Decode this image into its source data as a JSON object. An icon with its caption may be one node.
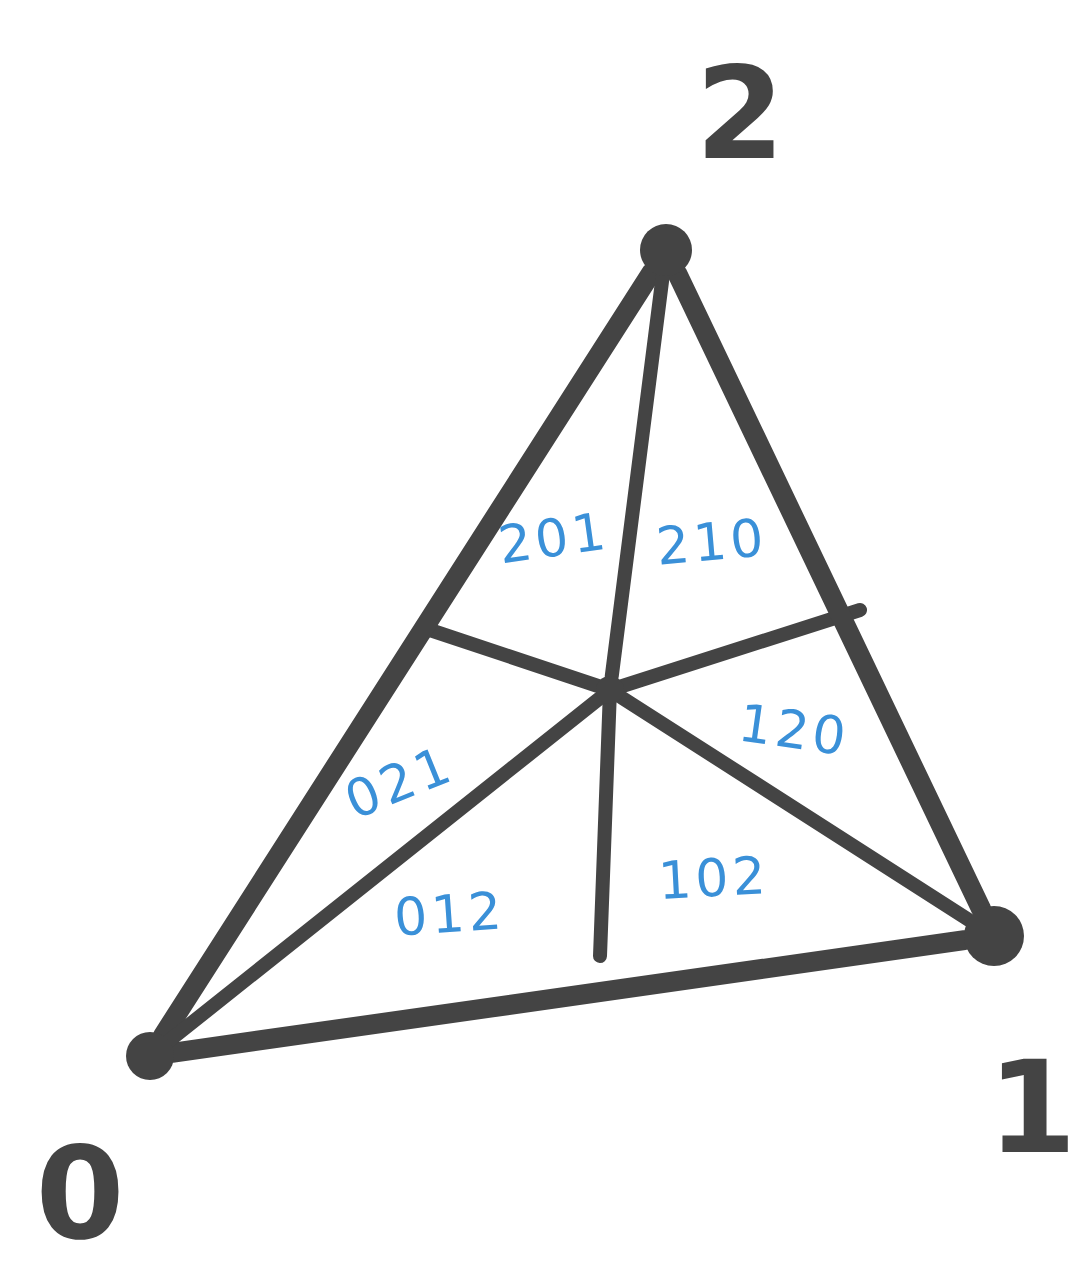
{
  "diagram": {
    "nodes": [
      {
        "text": [
          "2"
        ]
      },
      {
        "text": [
          "0"
        ]
      },
      {
        "text": [
          "1"
        ]
      },
      {
        "text": [],
        "shape": "circle"
      }
    ],
    "edges": [
      {
        "from": 0,
        "to": 1,
        "arrow": "none"
      },
      {
        "from": 1,
        "to": 2,
        "arrow": "none"
      },
      {
        "from": 2,
        "to": 0,
        "arrow": "none"
      },
      {
        "from": 0,
        "to": 3,
        "arrow": "none"
      },
      {
        "from": 1,
        "to": 3,
        "arrow": "none"
      },
      {
        "from": 2,
        "to": 3,
        "arrow": "none"
      }
    ],
    "labels": [
      "201",
      "210",
      "021",
      "120",
      "012",
      "102"
    ]
  }
}
